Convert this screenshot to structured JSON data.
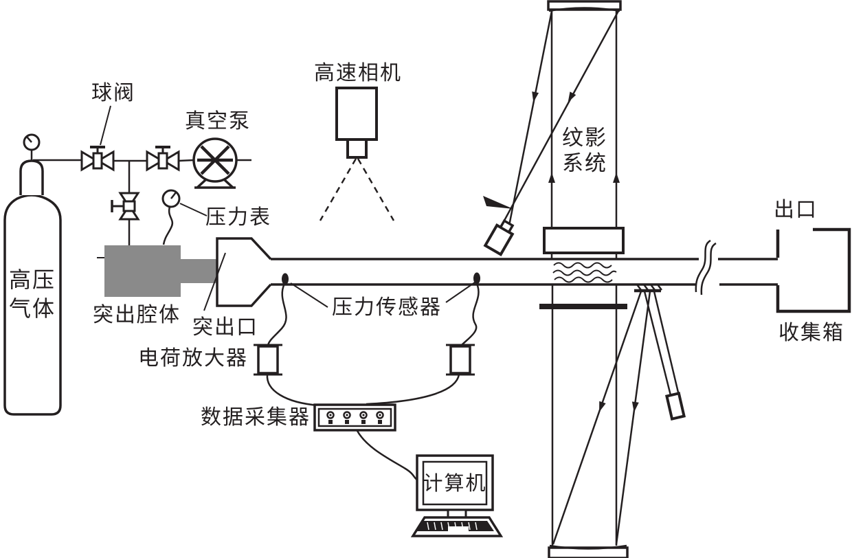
{
  "diagram": {
    "type": "experimental-apparatus-schematic",
    "colors": {
      "ink": "#231f20",
      "chamber_gray": "#8a8a8a",
      "background": "#ffffff"
    },
    "labels": {
      "gas_cylinder": [
        "高压",
        "气体"
      ],
      "ball_valve": "球阀",
      "vacuum_pump": "真空泵",
      "pressure_gauge": "压力表",
      "outburst_chamber": "突出腔体",
      "outburst_port": "突出口",
      "pressure_sensor": "压力传感器",
      "charge_amplifier": "电荷放大器",
      "data_acquisition": "数据采集器",
      "computer": "计算机",
      "high_speed_camera": "高速相机",
      "schlieren_system": [
        "纹影",
        "系统"
      ],
      "outlet": "出口",
      "collection_box": "收集箱"
    }
  }
}
